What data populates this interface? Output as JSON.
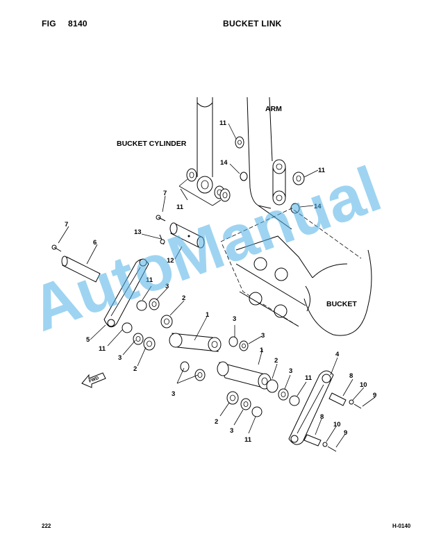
{
  "header": {
    "fig_label": "FIG",
    "fig_number": "8140",
    "title": "BUCKET LINK"
  },
  "footer": {
    "page_number": "222",
    "doc_code": "H-0140"
  },
  "watermark": {
    "text": "AutoManual",
    "color": "#4fb0e6"
  },
  "diagram": {
    "callouts": {
      "arm": "ARM",
      "bucket_cylinder": "BUCKET CYLINDER",
      "bucket": "BUCKET",
      "fwd": "FWD"
    },
    "part_numbers": {
      "p1a": "1",
      "p1b": "1",
      "p2a": "2",
      "p2b": "2",
      "p2c": "2",
      "p2d": "2",
      "p3a": "3",
      "p3b": "3",
      "p3c": "3",
      "p3d": "3",
      "p3e": "3",
      "p3f": "3",
      "p3g": "3",
      "p4": "4",
      "p5": "5",
      "p6": "6",
      "p7a": "7",
      "p7b": "7",
      "p8a": "8",
      "p8b": "8",
      "p9a": "9",
      "p9b": "9",
      "p10a": "10",
      "p10b": "10",
      "p11a": "11",
      "p11b": "11",
      "p11c": "11",
      "p11d": "11",
      "p11e": "11",
      "p11f": "11",
      "p11g": "11",
      "p12": "12",
      "p13": "13",
      "p14a": "14",
      "p14b": "14"
    }
  }
}
